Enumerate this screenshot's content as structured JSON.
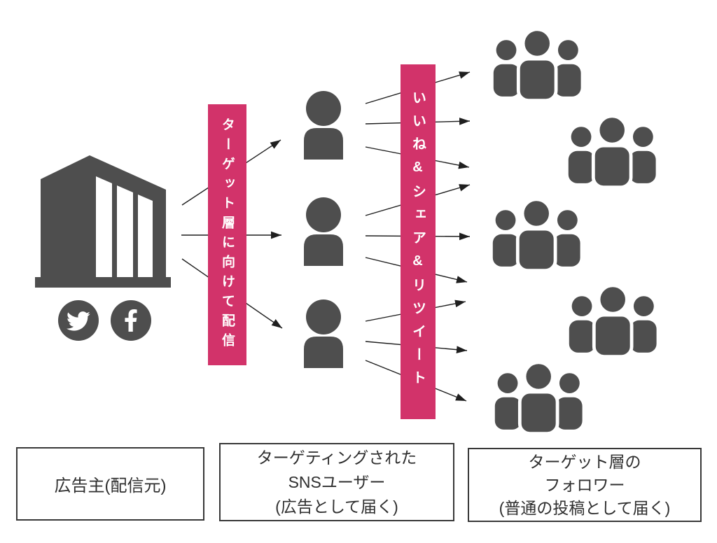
{
  "colors": {
    "accent_pink": "#d2336a",
    "icon_gray": "#4e4e4e",
    "arrow_black": "#1f1f1f",
    "box_border": "#383838",
    "box_text": "#2f2f2f"
  },
  "banners": {
    "targeting": {
      "label": "ターゲット層に向けて配信"
    },
    "engagement": {
      "label": "いいね&シェア&リツイート"
    }
  },
  "labels": {
    "advertiser": {
      "line1": "広告主(配信元)"
    },
    "sns_users": {
      "line1": "ターゲティングされた",
      "line2": "SNSユーザー",
      "line3": "(広告として届く)"
    },
    "followers": {
      "line1": "ターゲット層の",
      "line2": "フォロワー",
      "line3": "(普通の投稿として届く)"
    }
  },
  "icons": {
    "building": "office-building-icon",
    "twitter": "twitter-bird-icon",
    "facebook": "facebook-f-icon",
    "sns_user": "single-person-icon",
    "follower_group": "people-group-icon",
    "arrow": "flow-arrow"
  }
}
